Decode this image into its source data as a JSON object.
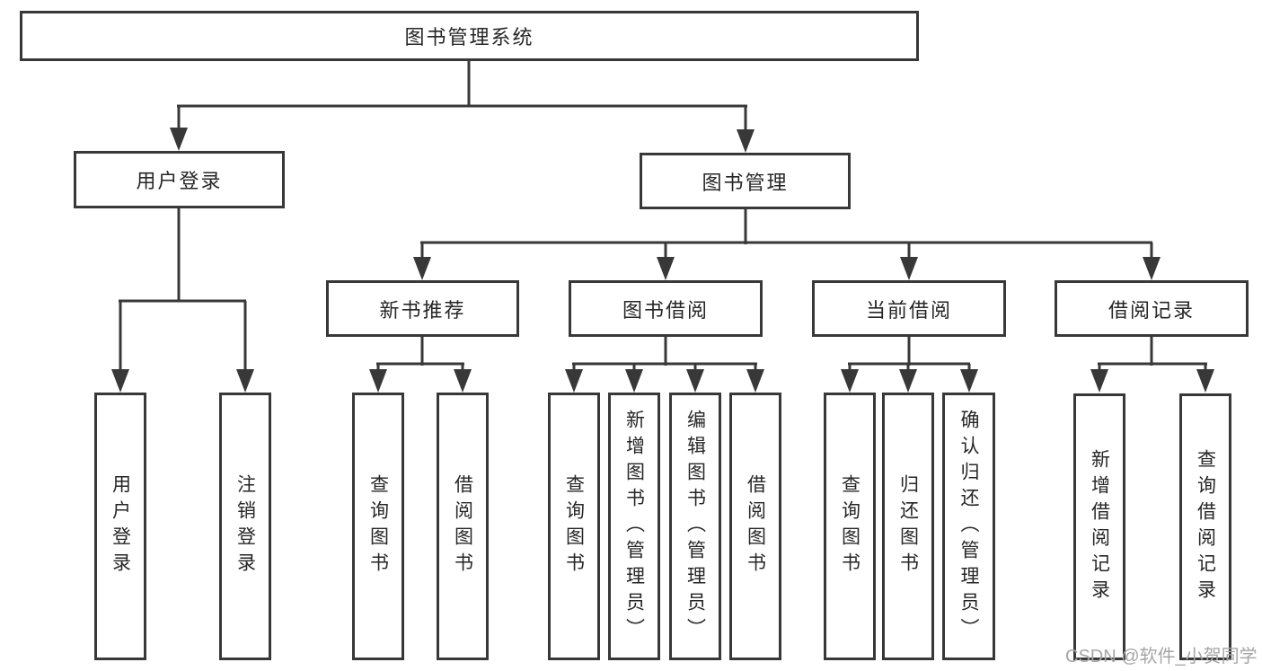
{
  "title": "图书管理系统",
  "watermark": "CSDN @软件_小贺同学",
  "colors": {
    "line": "#383838",
    "box_border": "#383838",
    "background": "#ffffff",
    "text": "#262626",
    "watermark": "#a6a6a6"
  },
  "nodes": {
    "root": "图书管理系统",
    "user_login_group": "用户登录",
    "book_mgmt": "图书管理",
    "new_book_rec": "新书推荐",
    "book_borrow": "图书借阅",
    "current_borrow": "当前借阅",
    "borrow_record": "借阅记录",
    "user_login": "用户登录",
    "logout": "注销登录",
    "nb_query_books": "查询图书",
    "nb_borrow_books": "借阅图书",
    "bb_query_books": "查询图书",
    "bb_add_books": "新增图书（管理员）",
    "bb_edit_books": "编辑图书（管理员）",
    "bb_borrow_books": "借阅图书",
    "cb_query_books": "查询图书",
    "cb_return_books": "归还图书",
    "cb_confirm_return": "确认归还（管理员）",
    "br_add_record": "新增借阅记录",
    "br_query_record": "查询借阅记录"
  },
  "hierarchy": {
    "图书管理系统": [
      "用户登录",
      "图书管理"
    ],
    "用户登录": [
      "用户登录",
      "注销登录"
    ],
    "图书管理": [
      "新书推荐",
      "图书借阅",
      "当前借阅",
      "借阅记录"
    ],
    "新书推荐": [
      "查询图书",
      "借阅图书"
    ],
    "图书借阅": [
      "查询图书",
      "新增图书（管理员）",
      "编辑图书（管理员）",
      "借阅图书"
    ],
    "当前借阅": [
      "查询图书",
      "归还图书",
      "确认归还（管理员）"
    ],
    "借阅记录": [
      "新增借阅记录",
      "查询借阅记录"
    ]
  }
}
